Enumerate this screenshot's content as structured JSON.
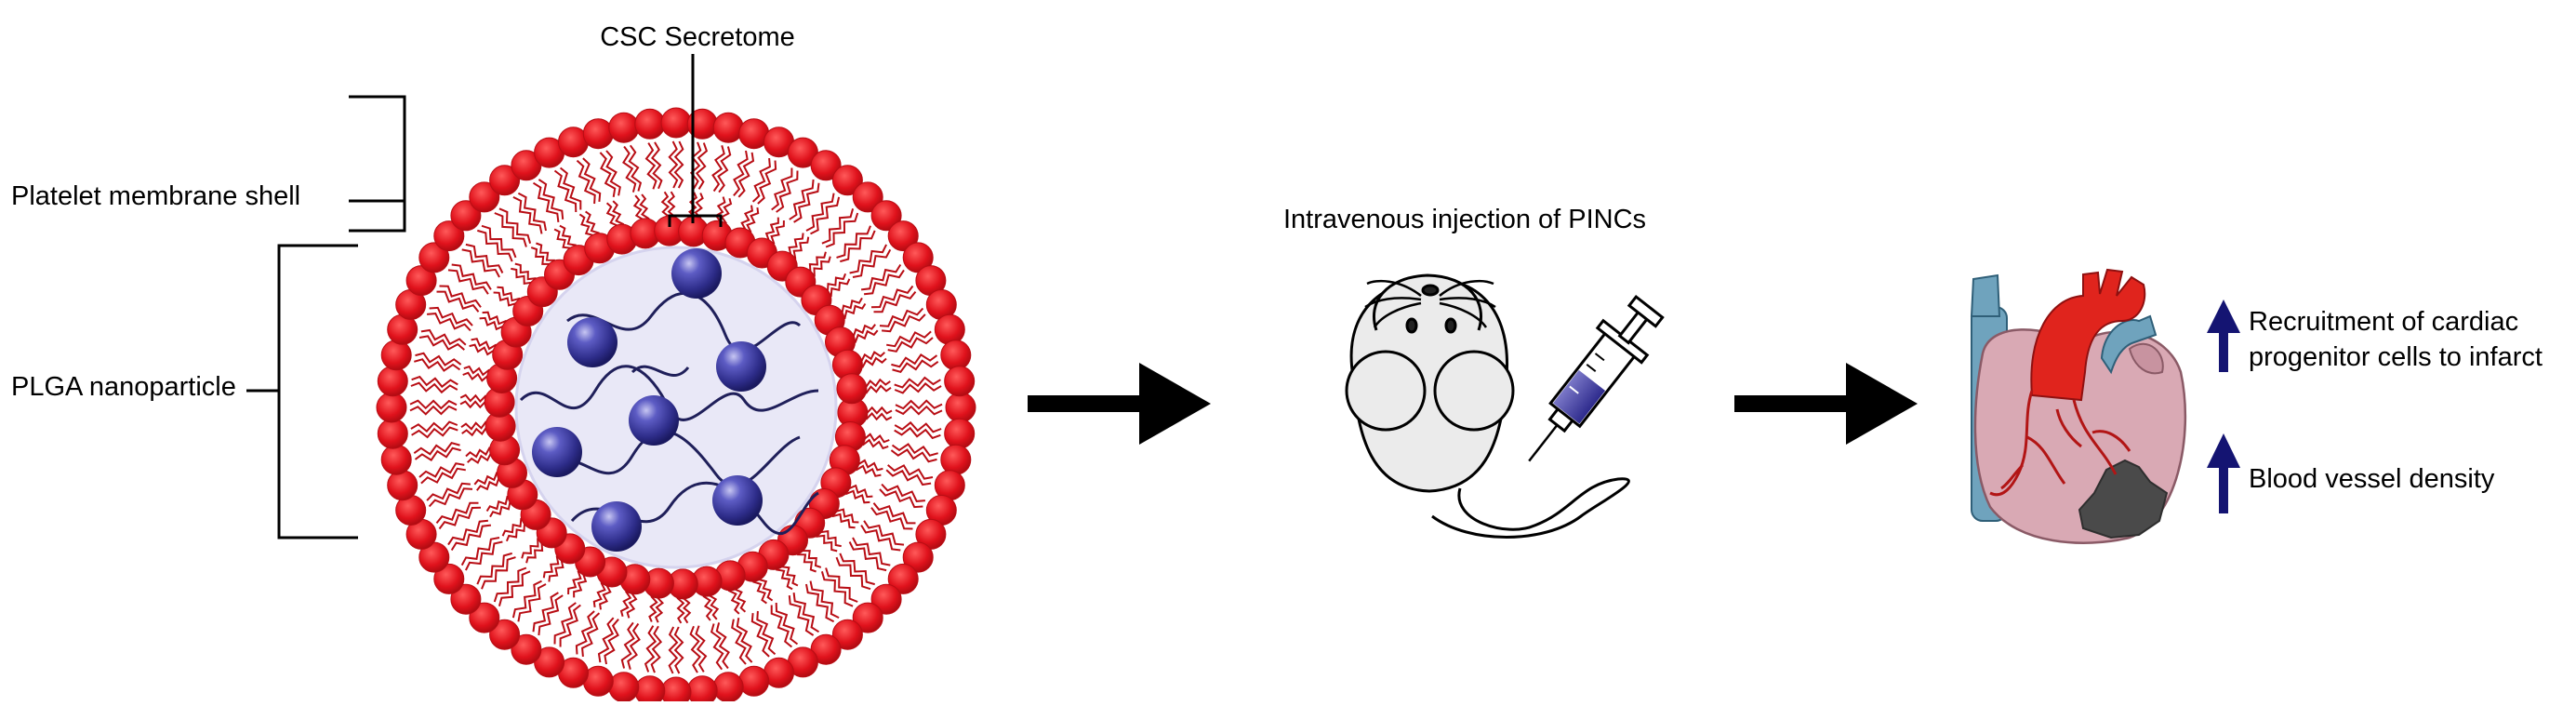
{
  "labels": {
    "csc_secretome": "CSC Secretome",
    "platelet_membrane_shell": "Platelet membrane shell",
    "plga_nanoparticle": "PLGA nanoparticle",
    "injection": "Intravenous injection of PINCs",
    "outcome_1_line_1": "Recruitment of cardiac",
    "outcome_1_line_2": "progenitor cells to infarct",
    "outcome_2": "Blood vessel density"
  },
  "colors": {
    "membrane_red": "#e0121c",
    "membrane_red_dark": "#b80d14",
    "core_fill": "#e9e8f7",
    "sphere_blue": "#3b3aa0",
    "up_arrow": "#141472",
    "heart_pink": "#d9a9b4",
    "aorta_red": "#e0241d",
    "vessel_blue": "#6fa3bd",
    "infarct_gray": "#4a4a4a",
    "syringe_fluid": "#2d2a8c"
  },
  "icons": [
    "up-arrow-icon",
    "right-arrow-icon",
    "mouse-icon",
    "syringe-icon",
    "heart-icon"
  ]
}
